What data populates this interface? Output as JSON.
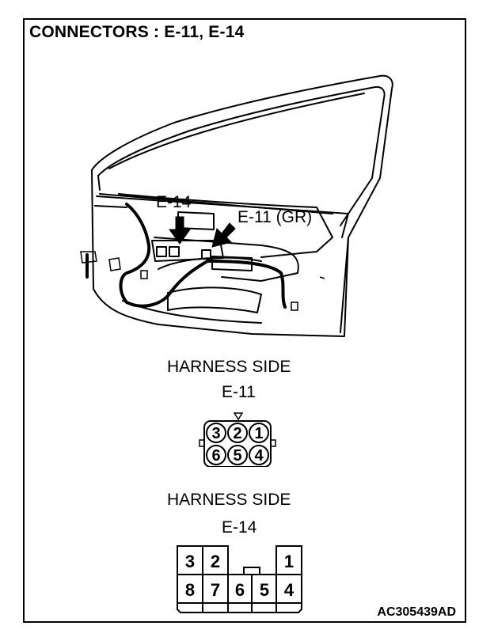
{
  "title": "CONNECTORS : E-11, E-14",
  "callouts": {
    "e14": "E-14",
    "e11": "E-11 (GR)"
  },
  "e11": {
    "side_label": "HARNESS SIDE",
    "name": "E-11",
    "pins_top": [
      "3",
      "2",
      "1"
    ],
    "pins_bottom": [
      "6",
      "5",
      "4"
    ]
  },
  "e14": {
    "side_label": "HARNESS SIDE",
    "name": "E-14",
    "pins_top": [
      "3",
      "2",
      "",
      "1"
    ],
    "pins_bottom": [
      "8",
      "7",
      "6",
      "5",
      "4"
    ]
  },
  "figure_code": "AC305439AD"
}
